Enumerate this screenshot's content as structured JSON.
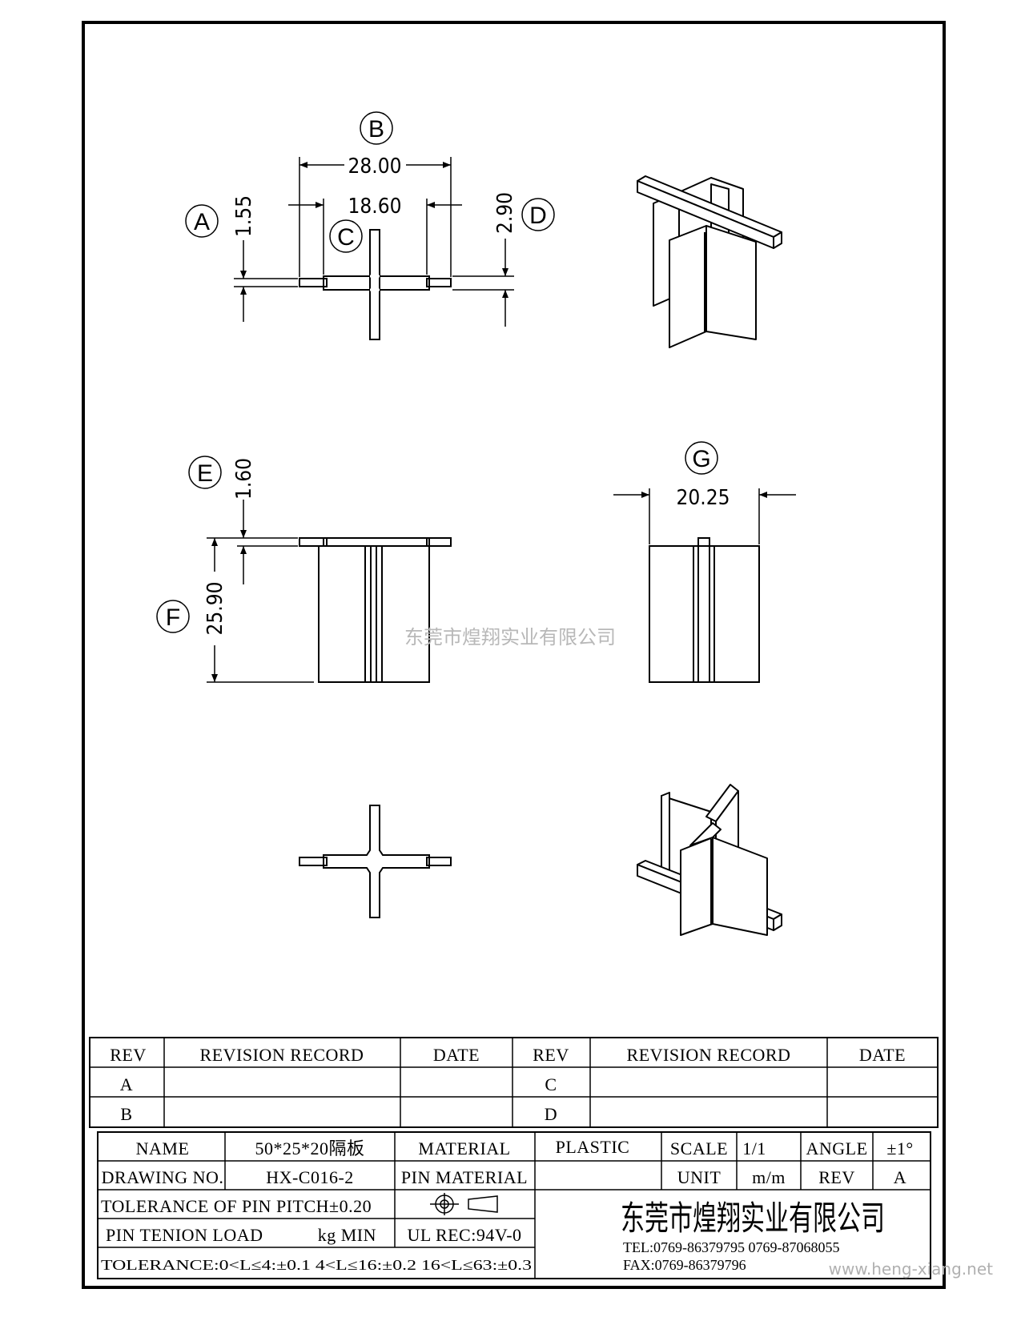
{
  "dimensions": {
    "A": {
      "label": "A",
      "value": "1.55"
    },
    "B": {
      "label": "B",
      "value": "28.00"
    },
    "C": {
      "label": "C",
      "value": "18.60"
    },
    "D": {
      "label": "D",
      "value": "2.90"
    },
    "E": {
      "label": "E",
      "value": "1.60"
    },
    "F": {
      "label": "F",
      "value": "25.90"
    },
    "G": {
      "label": "G",
      "value": "20.25"
    }
  },
  "watermark": "东莞市煌翔实业有限公司",
  "revision_table": {
    "headers": [
      "REV",
      "REVISION RECORD",
      "DATE",
      "REV",
      "REVISION RECORD",
      "DATE"
    ],
    "rows": [
      {
        "rev_left": "A",
        "rev_right": "C"
      },
      {
        "rev_left": "B",
        "rev_right": "D"
      }
    ]
  },
  "title_block": {
    "name_label": "NAME",
    "name_value": "50*25*20隔板",
    "material_label": "MATERIAL",
    "material_value": "PLASTIC",
    "scale_label": "SCALE",
    "scale_value": "1/1",
    "angle_label": "ANGLE",
    "angle_value": "±1°",
    "drawing_no_label": "DRAWING NO.",
    "drawing_no_value": "HX-C016-2",
    "pin_material_label": "PIN MATERIAL",
    "unit_label": "UNIT",
    "unit_value": "m/m",
    "rev_label": "REV",
    "rev_value": "A",
    "pin_pitch_tol": "TOLERANCE OF PIN PITCH±0.20",
    "pin_tenion_label": "PIN TENION LOAD",
    "pin_tenion_unit": "kg MIN",
    "ul_rec": "UL REC:94V-0",
    "tolerance_line": "TOLERANCE:0<L≤4:±0.1  4<L≤16:±0.2  16<L≤63:±0.3",
    "company": "东莞市煌翔实业有限公司",
    "tel": "TEL:0769-86379795    0769-87068055",
    "fax": "FAX:0769-86379796"
  },
  "website": "www.heng-xiang.net"
}
